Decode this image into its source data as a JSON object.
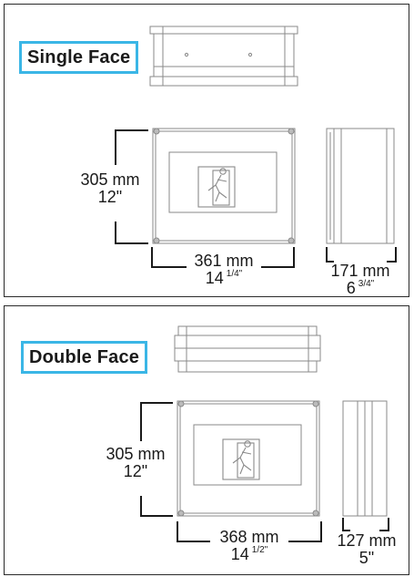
{
  "single_face": {
    "title": "Single Face",
    "height_mm": "305 mm",
    "height_in": "12\"",
    "width_mm": "361 mm",
    "width_in_whole": "14",
    "width_in_frac": "1/4\"",
    "depth_mm": "171 mm",
    "depth_in_whole": "6",
    "depth_in_frac": "3/4\""
  },
  "double_face": {
    "title": "Double Face",
    "height_mm": "305 mm",
    "height_in": "12\"",
    "width_mm": "368 mm",
    "width_in_whole": "14",
    "width_in_frac": "1/2\"",
    "depth_mm": "127 mm",
    "depth_in": "5\""
  },
  "colors": {
    "title_border": "#3ab6e6",
    "line": "#1a1a1a",
    "drawing": "#8a8a8a"
  },
  "icons": [
    "running-man-exit-icon"
  ]
}
